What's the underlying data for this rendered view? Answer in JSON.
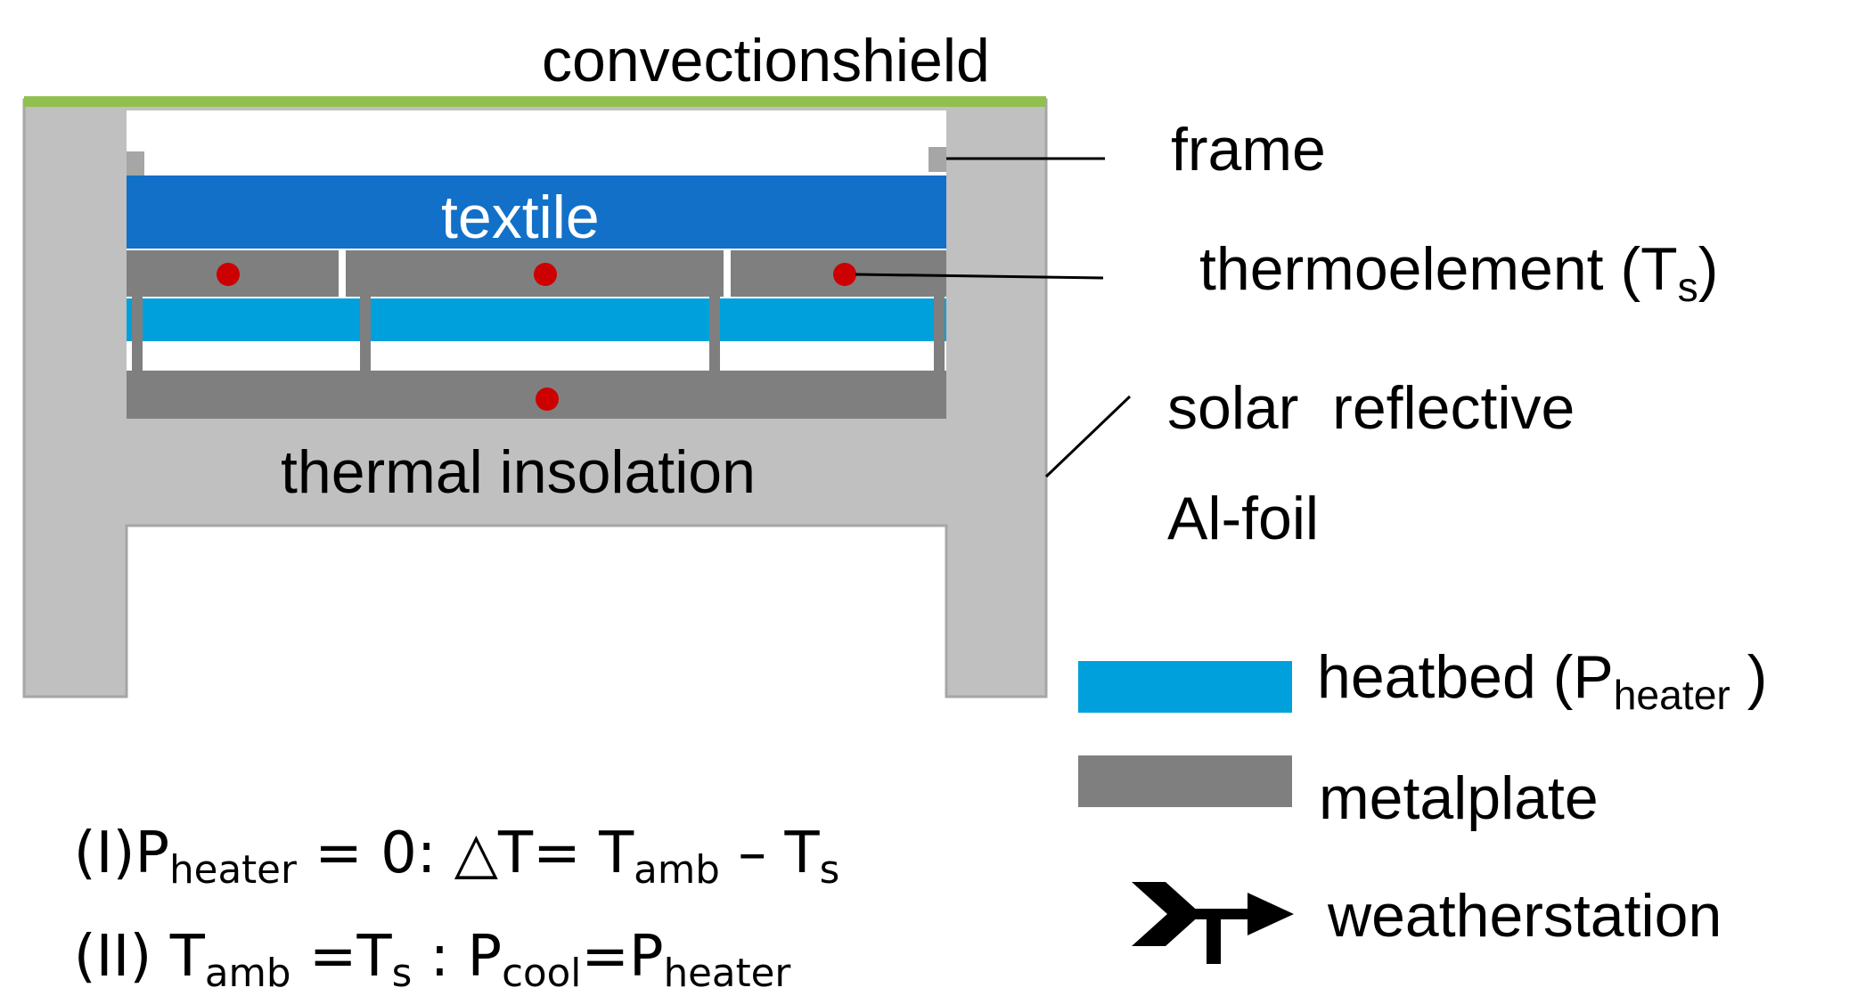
{
  "labels": {
    "convection_shield": "convectionshield",
    "frame": "frame",
    "textile": "textile",
    "thermoelement": "thermoelement (T",
    "thermoelement_sub": "s",
    "thermoelement_close": ")",
    "thermal_insolation": "thermal insolation",
    "solar_reflective": "solar  reflective",
    "al_foil": "Al-foil"
  },
  "legend": {
    "heatbed": "heatbed (P",
    "heatbed_sub": "heater",
    "heatbed_close": " )",
    "metalplate": "metalplate",
    "weatherstation": "weatherstation"
  },
  "equations": {
    "eq1_prefix": "(I)",
    "eq1_p": "P",
    "eq1_p_sub": "heater",
    "eq1_mid": " = 0: △T= T",
    "eq1_amb_sub": "amb",
    "eq1_minus": " – T",
    "eq1_s_sub": "s",
    "eq2_prefix": "(II)",
    "eq2_t": " T",
    "eq2_amb_sub": "amb",
    "eq2_eq": " =T",
    "eq2_s_sub": "s",
    "eq2_colon": " : P",
    "eq2_cool_sub": "cool",
    "eq2_eq2": "=P",
    "eq2_heater_sub": "heater"
  },
  "colors": {
    "convection_shield": "#92c050",
    "frame_gray": "#c0c0c0",
    "textile_blue": "#1270c8",
    "heatbed_blue": "#00a0dc",
    "metalplate_gray": "#7f7f7f",
    "thermoelement_red": "#cc0000"
  }
}
